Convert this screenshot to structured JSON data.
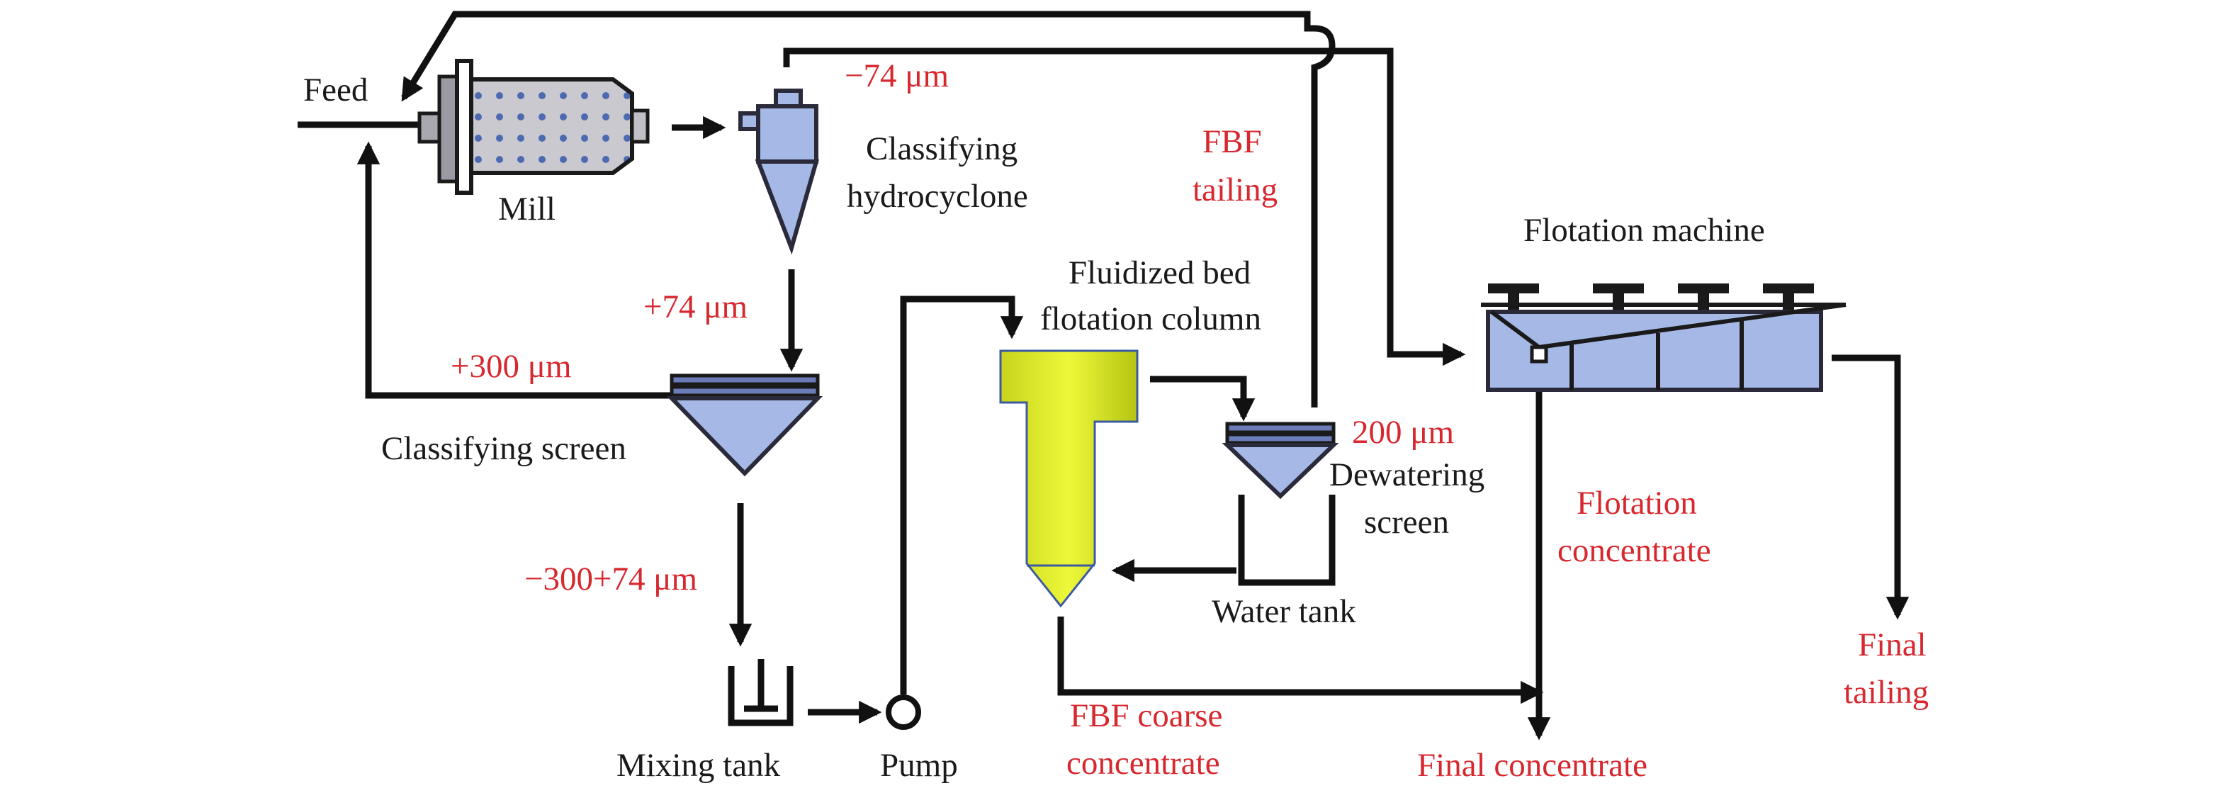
{
  "labels": {
    "feed": "Feed",
    "mill": "Mill",
    "minus74": "−74 μm",
    "hydro1": "Classifying",
    "hydro2": "hydrocyclone",
    "fbf_tailing1": "FBF",
    "fbf_tailing2": "tailing",
    "plus74": "+74 μm",
    "plus300": "+300 μm",
    "screen": "Classifying screen",
    "column1": "Fluidized bed",
    "column2": "flotation column",
    "um200": "200 μm",
    "dewater1": "Dewatering",
    "dewater2": "screen",
    "flot_machine": "Flotation machine",
    "flot_conc1": "Flotation",
    "flot_conc2": "concentrate",
    "range": "−300+74 μm",
    "water_tank": "Water tank",
    "mixing_tank": "Mixing tank",
    "pump": "Pump",
    "fbf_coarse1": "FBF coarse",
    "fbf_coarse2": "concentrate",
    "final_conc": "Final concentrate",
    "final_tail1": "Final",
    "final_tail2": "tailing"
  },
  "colors": {
    "black_label": "#1a1a1a",
    "red_label": "#d7282f",
    "equipment_blue": "#a6b8e6",
    "column_yellow": "#dff030",
    "line": "#111111"
  }
}
